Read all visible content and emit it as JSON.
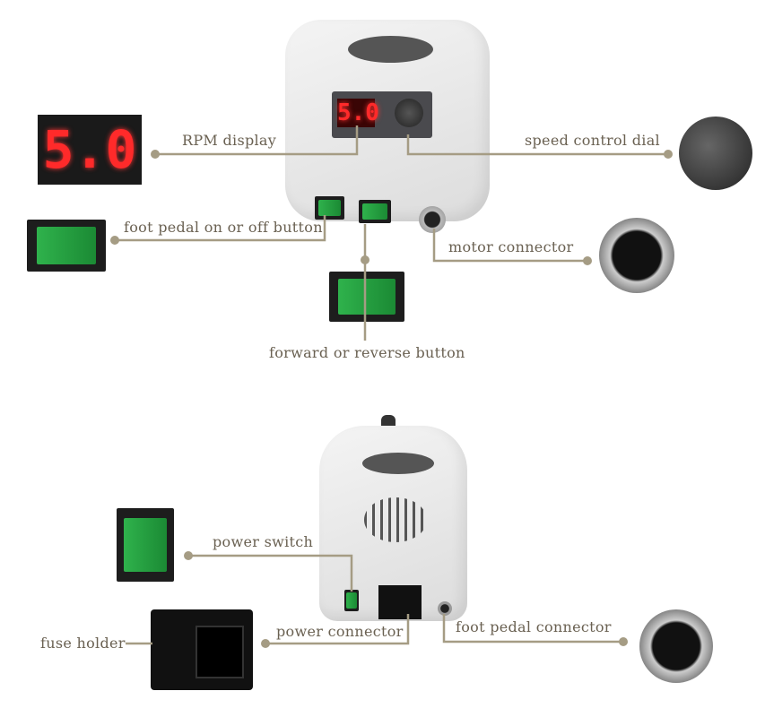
{
  "labels": {
    "rpm_display": "RPM display",
    "speed_dial": "speed control dial",
    "foot_pedal_switch": "foot pedal on or off button",
    "motor_connector": "motor connector",
    "forward_reverse": "forward or reverse button",
    "power_switch": "power switch",
    "fuse_holder": "fuse holder",
    "power_connector": "power connector",
    "foot_pedal_connector": "foot pedal connector"
  },
  "display_value": "5.0",
  "colors": {
    "leader_line": "#a59c84",
    "label_text": "#6a6152",
    "led": "#ff2a2a",
    "switch_green": "#2fb24c"
  }
}
